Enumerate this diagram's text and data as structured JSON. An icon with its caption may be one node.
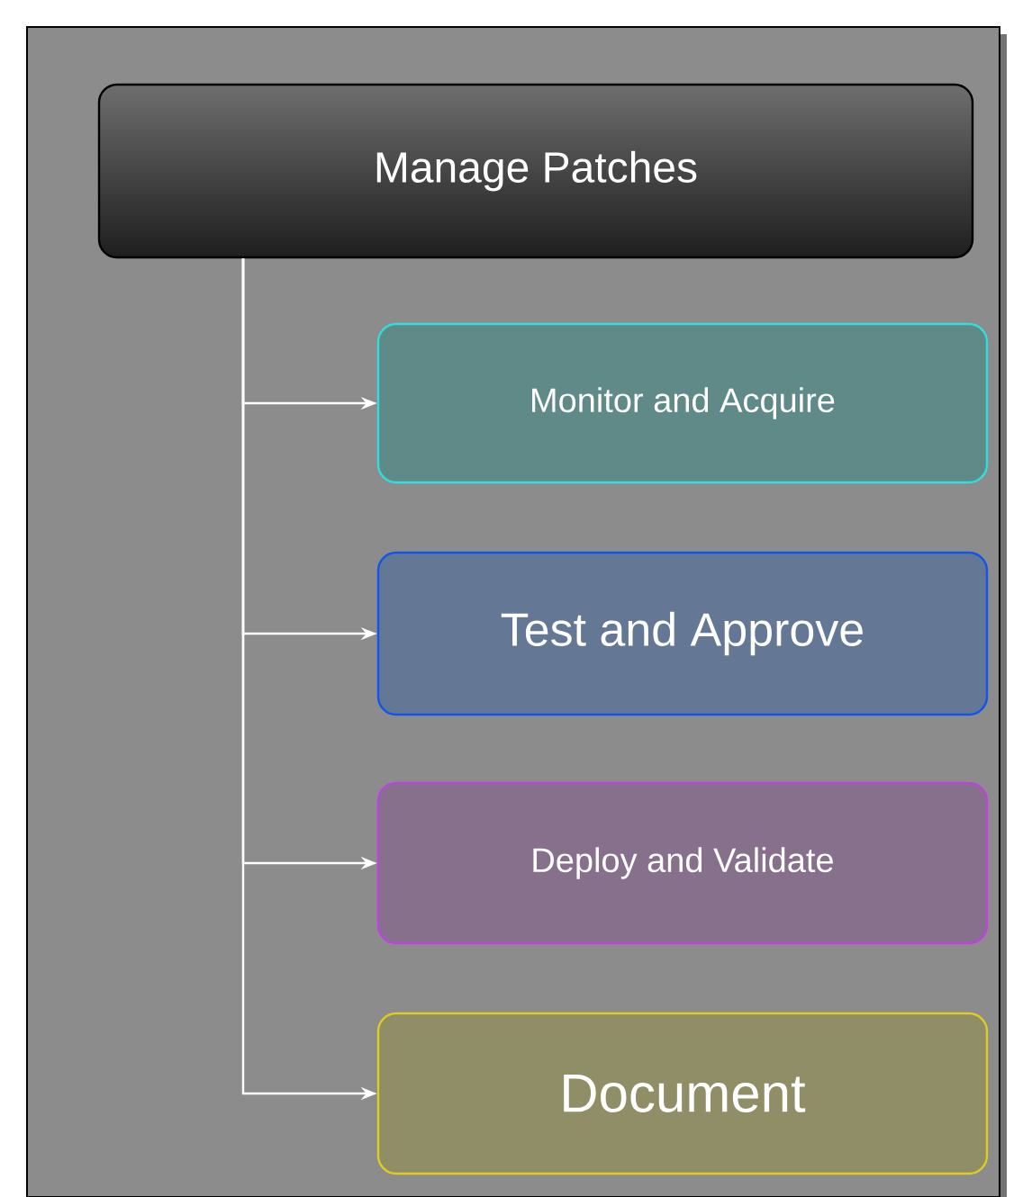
{
  "diagram": {
    "nodes": [
      {
        "text": [
          "Manage Patches"
        ]
      },
      {
        "text": [
          "Monitor and Acquire"
        ]
      },
      {
        "text": [
          "Test and Approve"
        ]
      },
      {
        "text": [
          "Deploy and Validate"
        ]
      },
      {
        "text": [
          "Document"
        ]
      }
    ],
    "edges": [
      {
        "from": 0,
        "to": 1,
        "arrow": "to"
      },
      {
        "from": 0,
        "to": 2,
        "arrow": "to"
      },
      {
        "from": 0,
        "to": 3,
        "arrow": "to"
      },
      {
        "from": 0,
        "to": 4,
        "arrow": "to"
      }
    ]
  }
}
